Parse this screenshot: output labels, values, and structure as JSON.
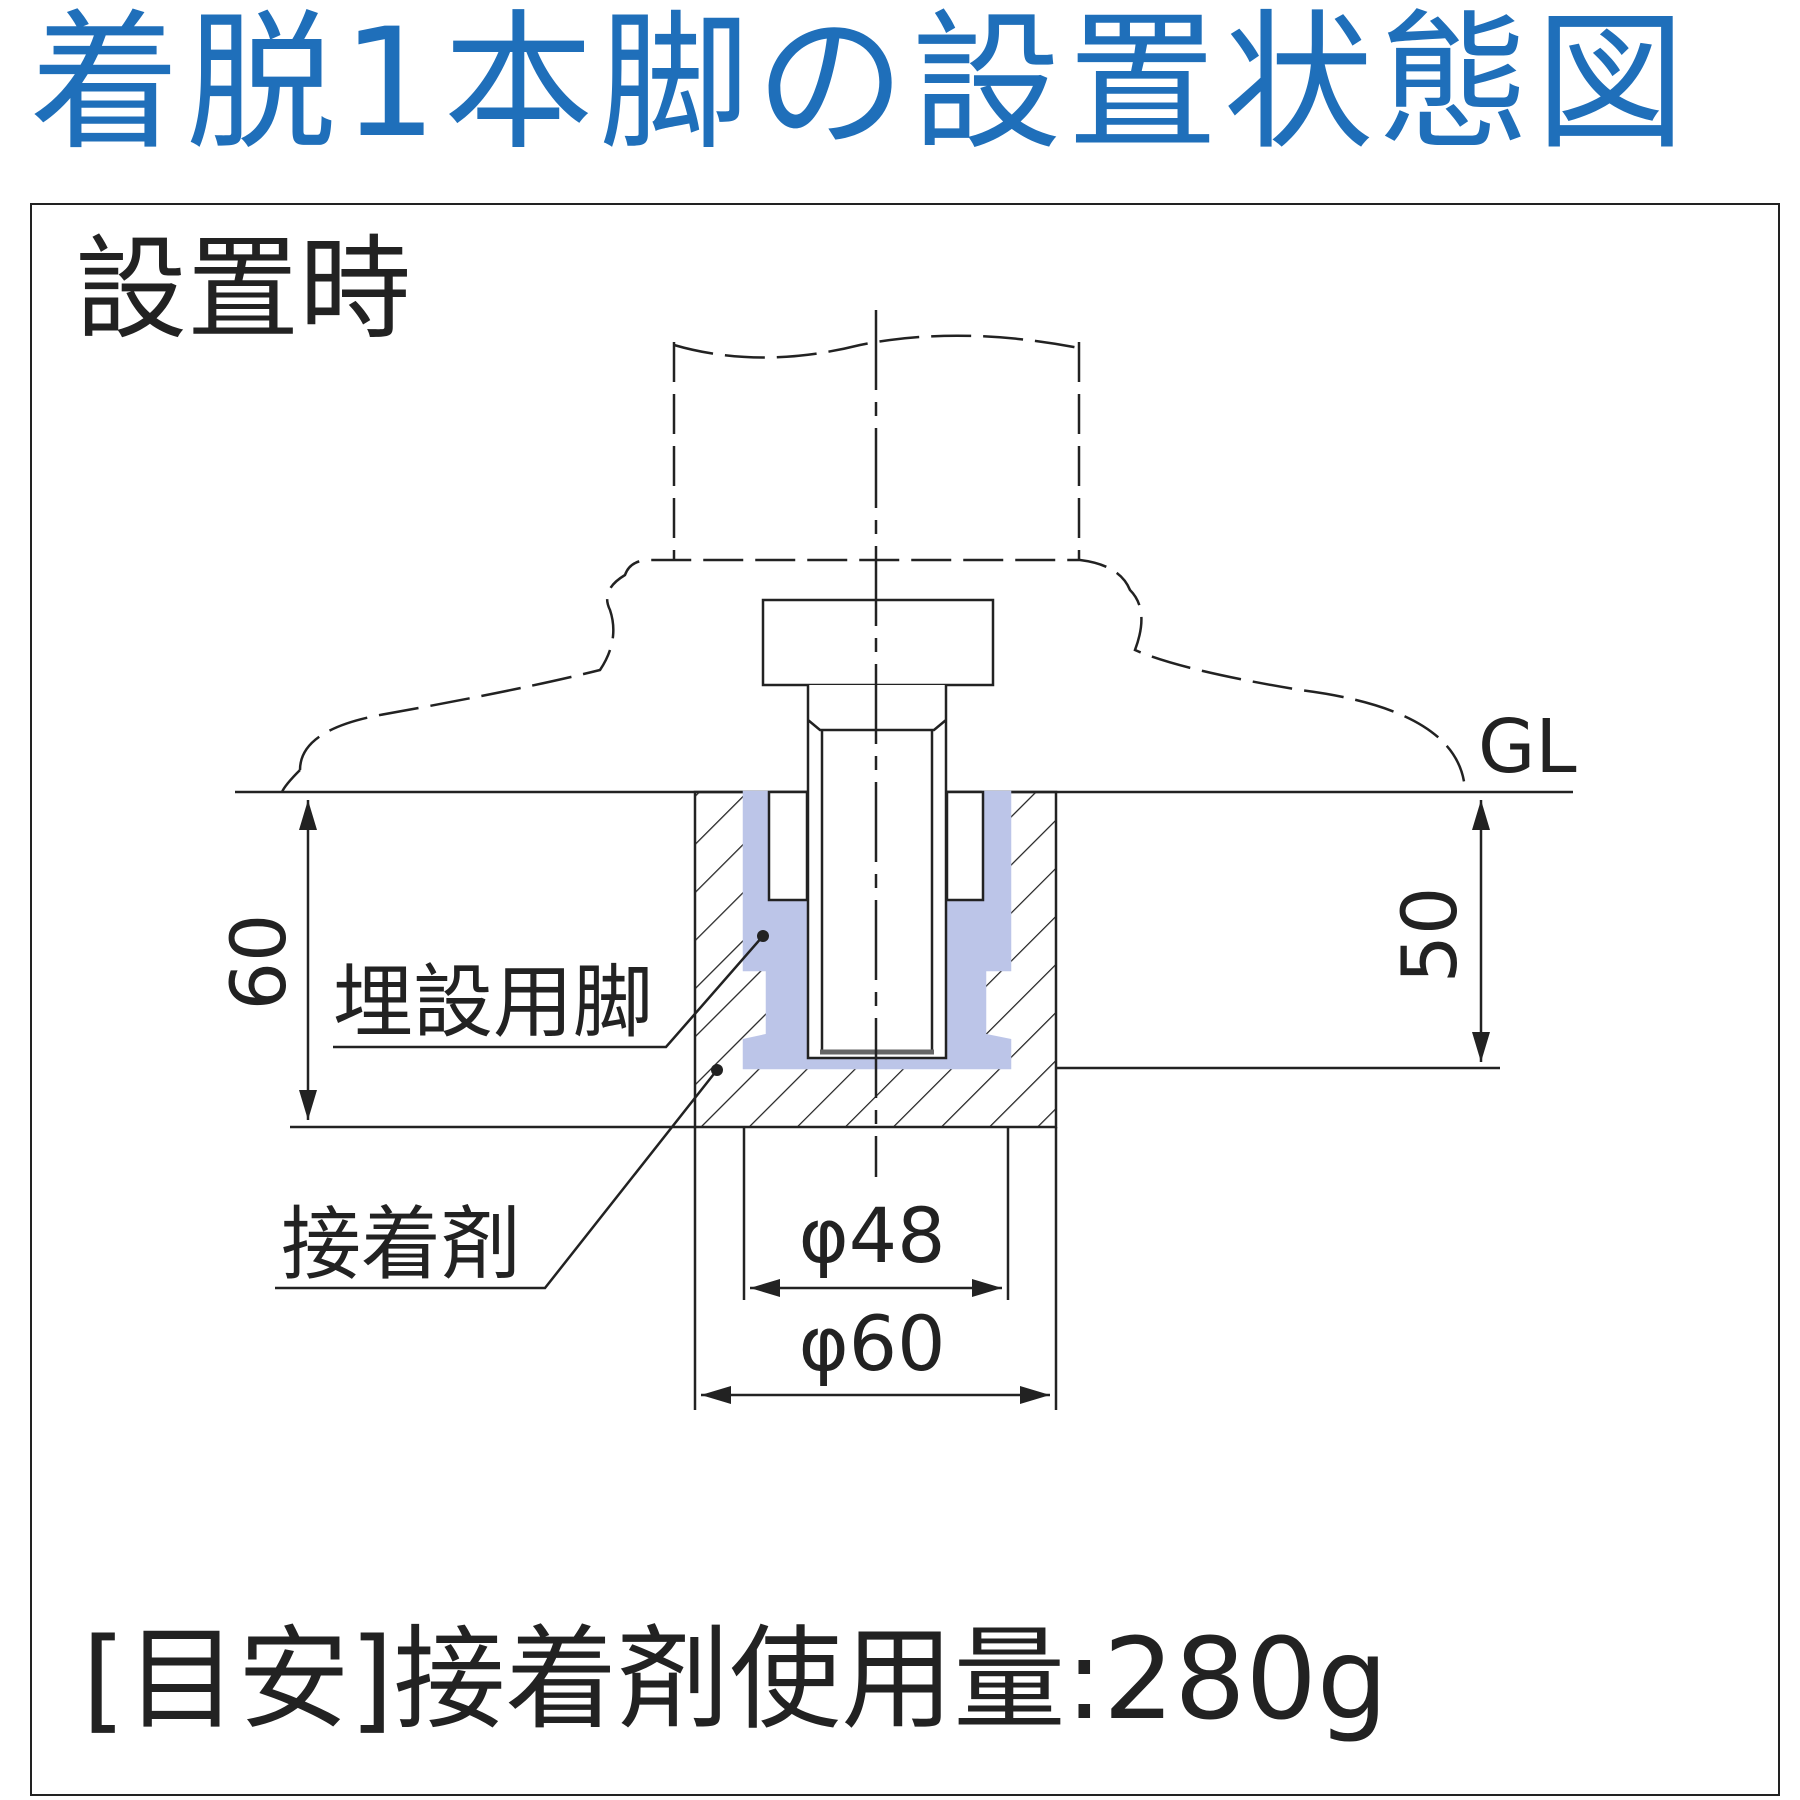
{
  "title": "着脱1本脚の設置状態図",
  "panel": {
    "state_label": "設置時",
    "ground_label": "GL",
    "parts": {
      "embedded_leg": "埋設用脚",
      "adhesive": "接着剤"
    },
    "dimensions": {
      "depth_total": "60",
      "depth_leg": "50",
      "inner_diameter": "φ48",
      "outer_diameter": "φ60"
    },
    "note": "[目安]接着剤使用量:280g"
  },
  "colors": {
    "title": "#1f6fba",
    "sleeve": "#bcc5e8",
    "line": "#222222"
  }
}
